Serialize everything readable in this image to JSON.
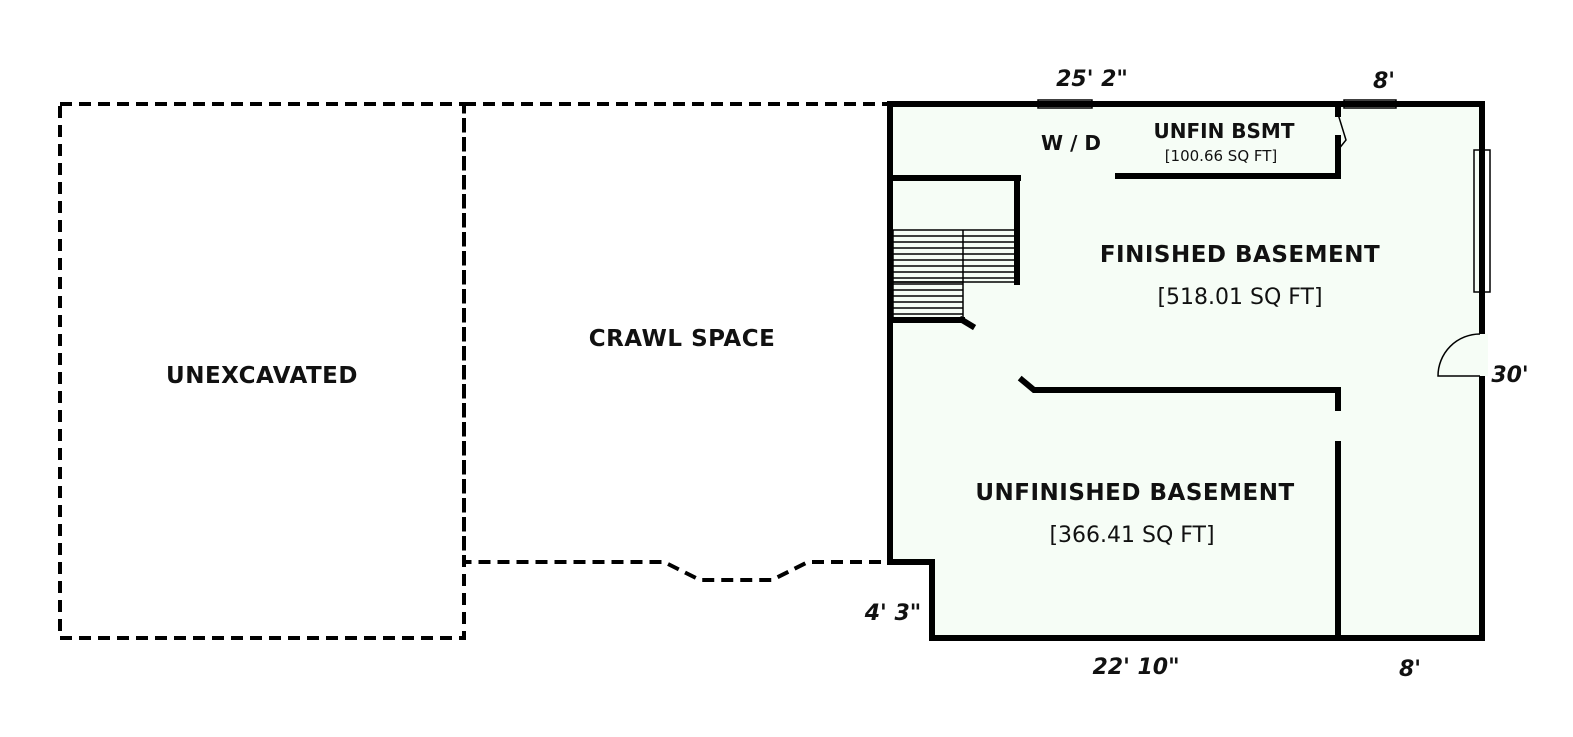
{
  "rooms": {
    "unexcavated": {
      "label": "UNEXCAVATED"
    },
    "crawl_space": {
      "label": "CRAWL SPACE"
    },
    "finished_basement": {
      "label": "FINISHED BASEMENT",
      "area": "[518.01 SQ FT]"
    },
    "unfinished_basement": {
      "label": "UNFINISHED BASEMENT",
      "area": "[366.41 SQ FT]"
    },
    "unfin_bsmt": {
      "label": "UNFIN BSMT",
      "area": "[100.66 SQ FT]"
    },
    "laundry": {
      "label": "W / D"
    }
  },
  "dimensions": {
    "top_main": "25' 2\"",
    "top_right": "8'",
    "right_side": "30'",
    "bottom_main": "22' 10\"",
    "bottom_right": "8'",
    "step_left": "4' 3\""
  },
  "colors": {
    "finished_fill": "#f6fdf6",
    "unfinished_area_fill": "#d0d0d0",
    "wall": "#000000"
  }
}
